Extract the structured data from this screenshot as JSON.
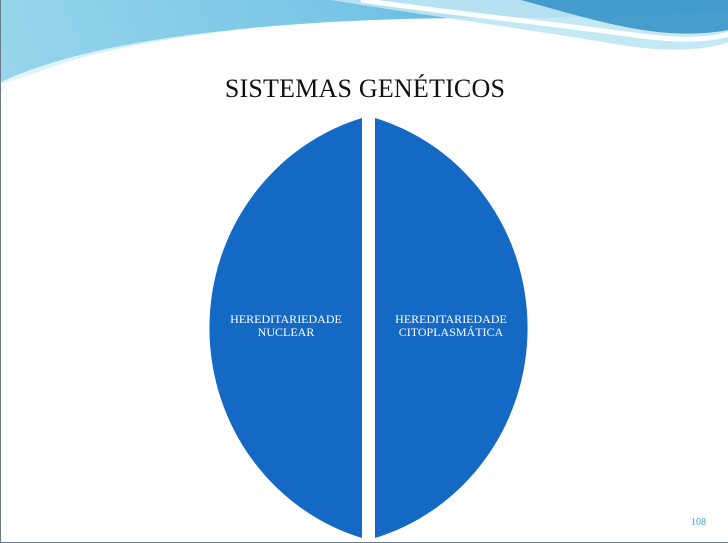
{
  "slide": {
    "title": "SISTEMAS GENÉTICOS",
    "page_number": "108"
  },
  "diagram": {
    "type": "split-circle",
    "fill_color": "#1469c4",
    "halves": [
      {
        "label": "HEREDITARIEDADE\nNUCLEAR"
      },
      {
        "label": "HEREDITARIEDADE\nCITOPLASMÁTICA"
      }
    ]
  },
  "theme": {
    "header_colors": [
      "#2f8fc7",
      "#8fd2ea",
      "#cfeef7"
    ]
  }
}
